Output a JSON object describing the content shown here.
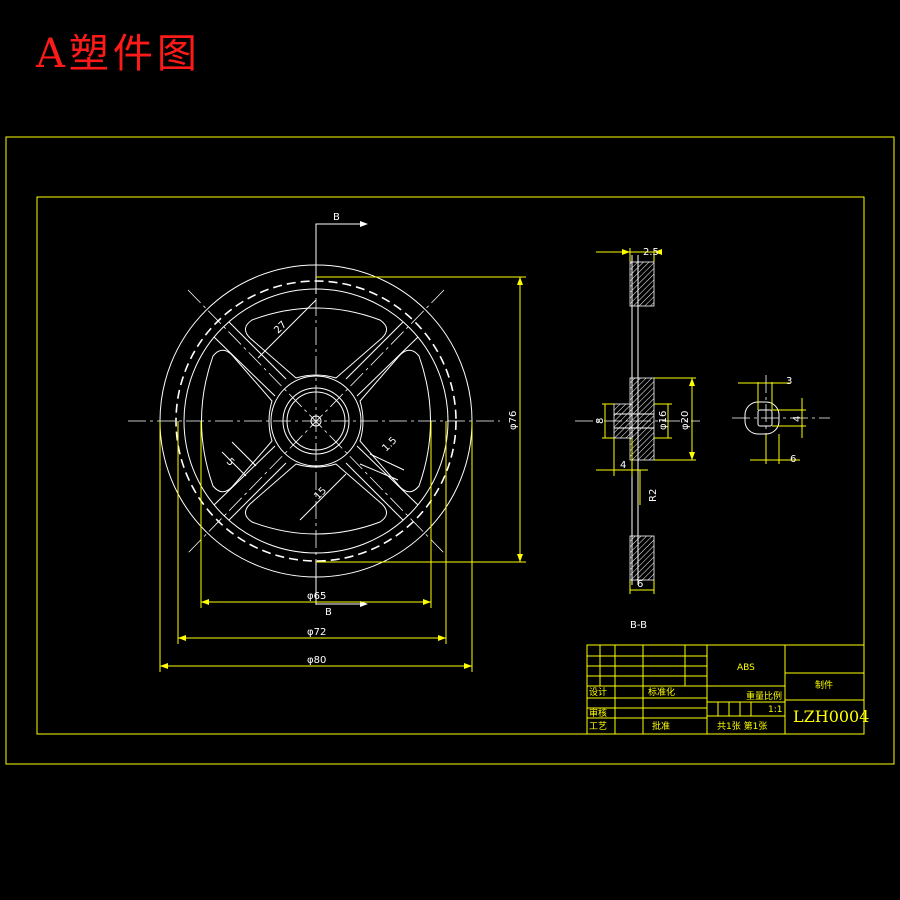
{
  "heading": "A塑件图",
  "front_view": {
    "section_mark_top": "B",
    "section_mark_bottom": "B",
    "dim_spoke": "27",
    "dim_hub": "15",
    "dim_slot_left": "5",
    "dim_slot_right": "1.5",
    "dim_phi65": "φ65",
    "dim_phi72": "φ72",
    "dim_phi80": "φ80",
    "dim_phi76": "φ76"
  },
  "section_view": {
    "label": "B-B",
    "dim_top": "2.5",
    "dim_left": "8",
    "dim_phi16": "φ16",
    "dim_phi20": "φ20",
    "dim_4": "4",
    "dim_r2": "R2",
    "dim_6": "6"
  },
  "detail_view": {
    "dim_3": "3",
    "dim_4": "4",
    "dim_6": "6"
  },
  "title_block": {
    "material": "ABS",
    "part_type": "制件",
    "scale": "1:1",
    "scale_label": "重量比例",
    "designer_label": "设计",
    "standard_label": "标准化",
    "review_label": "审核",
    "process_label": "工艺",
    "approve_label": "批准",
    "sheet_label": "共1张 第1张",
    "drawing_no": "LZH0004"
  }
}
